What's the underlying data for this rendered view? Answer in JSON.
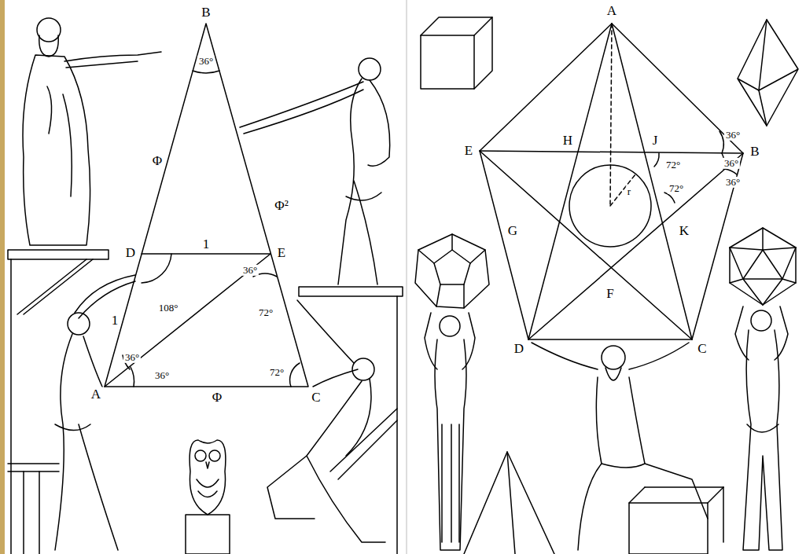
{
  "diagram": {
    "labels": [
      "B",
      "36°",
      "Φ",
      "Φ²",
      "D",
      "1",
      "E",
      "36°",
      "108°",
      "72°",
      "1",
      "36°",
      "36°",
      "A",
      "Φ",
      "72°",
      "C",
      "A",
      "E",
      "H",
      "J",
      "72°",
      "36°",
      "B",
      "36°",
      "72°",
      "36°",
      "G",
      "K",
      "F",
      "D",
      "C",
      "r"
    ]
  }
}
